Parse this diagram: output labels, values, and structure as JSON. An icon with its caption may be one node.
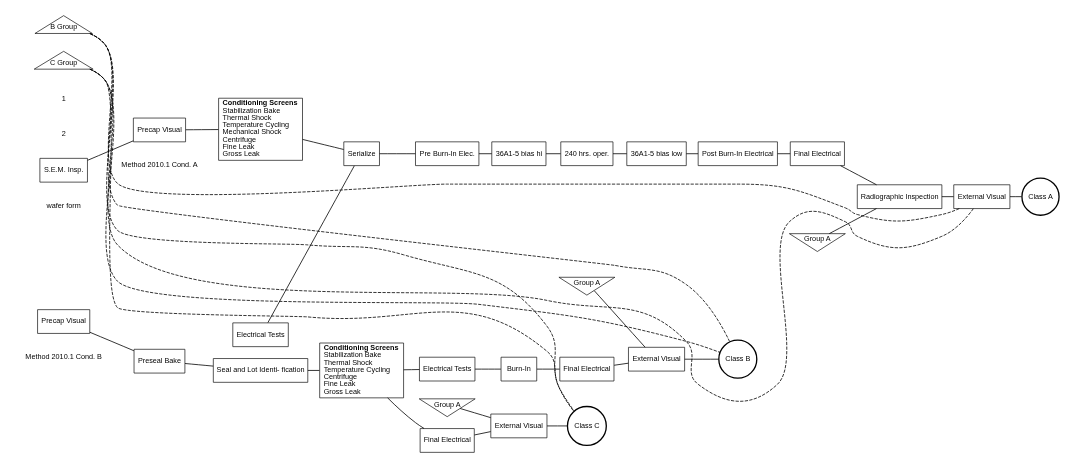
{
  "diagram": {
    "nodes": [
      {
        "text": [
          "S.E.M. Insp."
        ],
        "beside": [
          "wafer form"
        ]
      },
      {
        "text": [
          "Precap Visual"
        ],
        "beside": [
          "Method 2010.1 Cond. A"
        ]
      },
      {
        "text": [
          "Conditioning Screens",
          "Stabilization Bake",
          "Thermal Shock",
          "Temperature Cycling",
          "Mechanical Shock",
          "Centrifuge",
          "Fine Leak",
          "Gross Leak"
        ]
      },
      {
        "text": [
          "Electrical Tests"
        ]
      },
      {
        "text": [
          "Serialize"
        ]
      },
      {
        "text": [
          "Pre Burn-In Elec."
        ]
      },
      {
        "text": [
          "36A1-5 bias hi"
        ]
      },
      {
        "text": [
          "240 hrs. oper."
        ]
      },
      {
        "text": [
          "36A1-5 bias low"
        ]
      },
      {
        "text": [
          "Post Burn-In Electrical"
        ]
      },
      {
        "text": [
          "Final Electrical"
        ]
      },
      {
        "text": [
          "Group A"
        ]
      },
      {
        "text": [
          "Radiographic Inspection"
        ]
      },
      {
        "text": [
          "External Visual"
        ]
      },
      {
        "text": [
          "Class A"
        ]
      },
      {
        "text": [
          "B Group"
        ]
      },
      {
        "text": [
          "C Group"
        ]
      },
      {
        "text": [
          "Precap Visual"
        ],
        "beside": [
          "Method 2010.1 Cond. B"
        ]
      },
      {
        "text": [
          "Preseal Bake"
        ]
      },
      {
        "text": [
          "Seal and Lot Identi- fication"
        ]
      },
      {
        "text": [
          "Conditioning Screens",
          "Stabilization Bake",
          "Thermal Shock",
          "Temperature Cycling",
          "Centrifuge",
          "Fine Leak",
          "Gross Leak"
        ]
      },
      {
        "text": [
          "Electrical Tests"
        ]
      },
      {
        "text": [
          "Burn-In"
        ]
      },
      {
        "text": [
          "Final Electrical"
        ]
      },
      {
        "text": [
          "Group A"
        ]
      },
      {
        "text": [
          "External Visual"
        ]
      },
      {
        "text": [
          "Class B"
        ]
      },
      {
        "text": [
          "Final Electrical"
        ]
      },
      {
        "text": [
          "Group A"
        ]
      },
      {
        "text": [
          "External Visual"
        ]
      },
      {
        "text": [
          "Class C"
        ]
      }
    ],
    "edges": [
      {
        "from": 0,
        "to": 1,
        "arrow": "none"
      },
      {
        "from": 1,
        "to": 2,
        "arrow": "none"
      },
      {
        "from": 2,
        "to": 4,
        "arrow": "none"
      },
      {
        "from": 3,
        "to": 4,
        "arrow": "none"
      },
      {
        "from": 4,
        "to": 5,
        "arrow": "none"
      },
      {
        "from": 5,
        "to": 6,
        "arrow": "none"
      },
      {
        "from": 6,
        "to": 7,
        "arrow": "none"
      },
      {
        "from": 7,
        "to": 8,
        "arrow": "none"
      },
      {
        "from": 8,
        "to": 9,
        "arrow": "none"
      },
      {
        "from": 9,
        "to": 10,
        "arrow": "none"
      },
      {
        "from": 10,
        "to": 12,
        "arrow": "none"
      },
      {
        "from": 11,
        "to": 12,
        "arrow": "none"
      },
      {
        "from": 12,
        "to": 13,
        "arrow": "none"
      },
      {
        "from": 13,
        "to": 14,
        "arrow": "none"
      },
      {
        "from": 13,
        "to": 15,
        "arrow": "none",
        "style": "dashed"
      },
      {
        "from": 13,
        "to": 16,
        "arrow": "none",
        "style": "dashed"
      },
      {
        "from": 15,
        "to": 26,
        "arrow": "none",
        "style": "dashed"
      },
      {
        "from": 16,
        "to": 26,
        "arrow": "none",
        "style": "dashed"
      },
      {
        "from": 15,
        "to": 30,
        "arrow": "none",
        "style": "dashed"
      },
      {
        "from": 16,
        "to": 30,
        "arrow": "none",
        "style": "dashed"
      },
      {
        "from": 17,
        "to": 18,
        "arrow": "none"
      },
      {
        "from": 18,
        "to": 19,
        "arrow": "none"
      },
      {
        "from": 19,
        "to": 20,
        "arrow": "none"
      },
      {
        "from": 20,
        "to": 21,
        "arrow": "none"
      },
      {
        "from": 20,
        "to": 27,
        "arrow": "none"
      },
      {
        "from": 21,
        "to": 22,
        "arrow": "none"
      },
      {
        "from": 22,
        "to": 23,
        "arrow": "none"
      },
      {
        "from": 23,
        "to": 25,
        "arrow": "none"
      },
      {
        "from": 24,
        "to": 25,
        "arrow": "none"
      },
      {
        "from": 25,
        "to": 26,
        "arrow": "none"
      },
      {
        "from": 27,
        "to": 29,
        "arrow": "none"
      },
      {
        "from": 28,
        "to": 29,
        "arrow": "none"
      },
      {
        "from": 29,
        "to": 30,
        "arrow": "none"
      }
    ],
    "labels": [
      "2",
      "1"
    ]
  }
}
